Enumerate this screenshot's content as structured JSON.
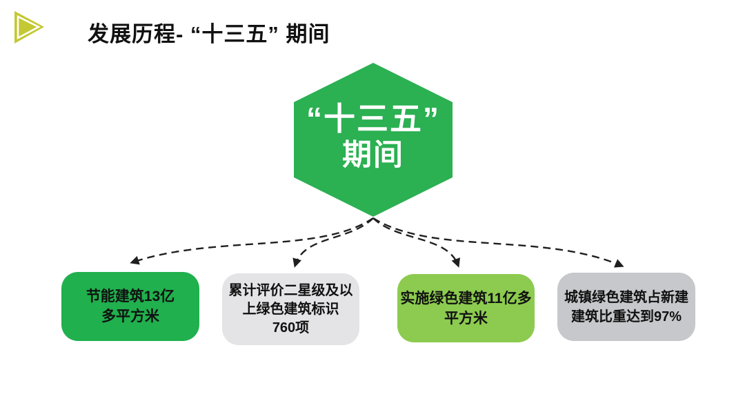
{
  "slide": {
    "background_color": "#ffffff",
    "header": {
      "bullet_icon": "triangle-right-icon",
      "bullet_color": "#c4c832",
      "title": "发展历程- “十三五” 期间",
      "title_color": "#111111"
    },
    "hexagon": {
      "shape": "hexagon",
      "color": "#2bb052",
      "text_color": "#ffffff",
      "line1": "“十三五”",
      "line2": "期间"
    },
    "connectors": {
      "style": "dashed-curved-arrows",
      "color": "#1f1f1f",
      "count": 4
    },
    "boxes": [
      {
        "lines": [
          "节能建筑13亿",
          "多平方米"
        ],
        "bg": "#20b04d",
        "text_color": "#000000"
      },
      {
        "lines": [
          "累计评价二星级及以",
          "上绿色建筑标识",
          "760项"
        ],
        "bg": "#e4e4e6",
        "text_color": "#000000"
      },
      {
        "lines": [
          "实施绿色建筑11亿多",
          "平方米"
        ],
        "bg": "#8ccb4f",
        "text_color": "#000000"
      },
      {
        "lines": [
          "城镇绿色建筑占新建",
          "建筑比重达到97%"
        ],
        "bg": "#c6c8cb",
        "text_color": "#000000"
      }
    ]
  }
}
